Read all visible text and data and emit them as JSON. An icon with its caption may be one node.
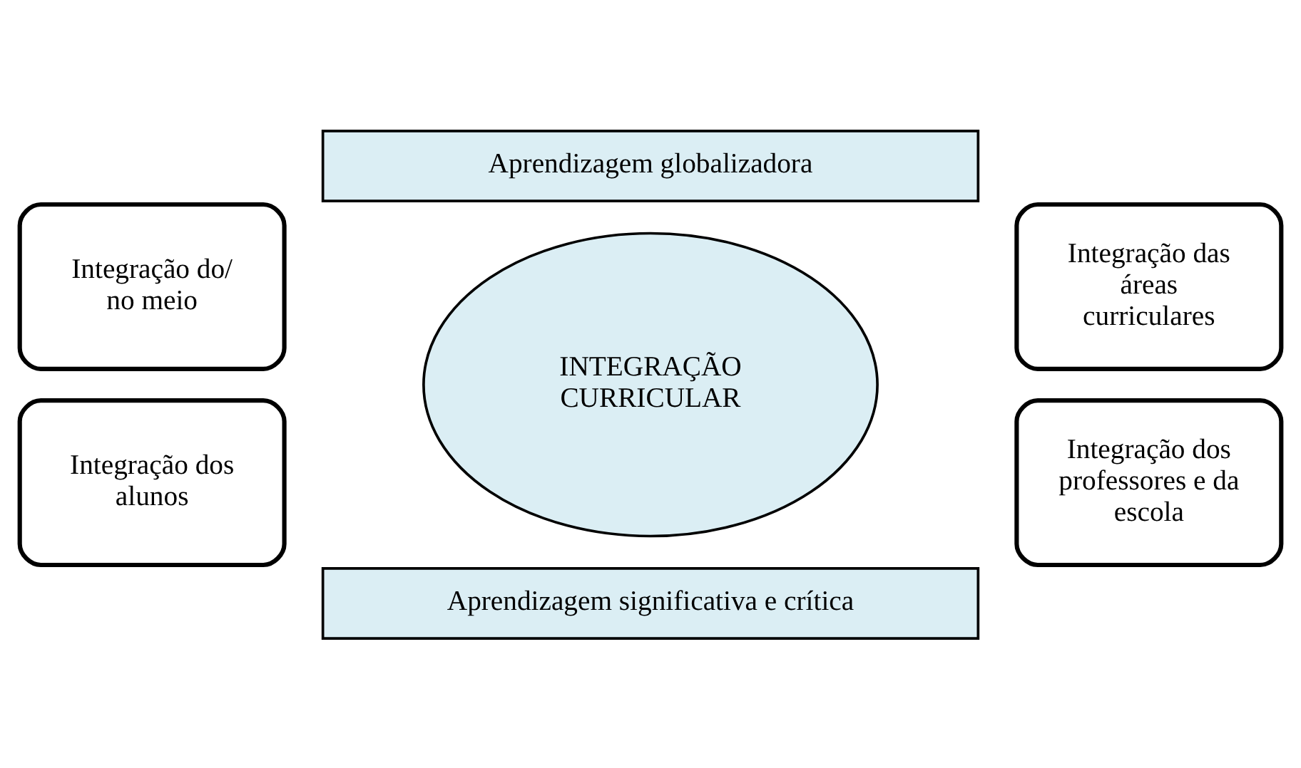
{
  "diagram": {
    "nodes": [
      {
        "text": [
          "Aprendizagem globalizadora"
        ]
      },
      {
        "text": [
          "Integração do/ no meio"
        ]
      },
      {
        "text": [
          "Integração das áreas curriculares"
        ]
      },
      {
        "text": [
          "INTEGRAÇÃO CURRICULAR"
        ]
      },
      {
        "text": [
          "Integração dos alunos"
        ]
      },
      {
        "text": [
          "Integração dos professores e da escola"
        ]
      },
      {
        "text": [
          "Aprendizagem significativa e crítica"
        ]
      }
    ],
    "edges": []
  }
}
